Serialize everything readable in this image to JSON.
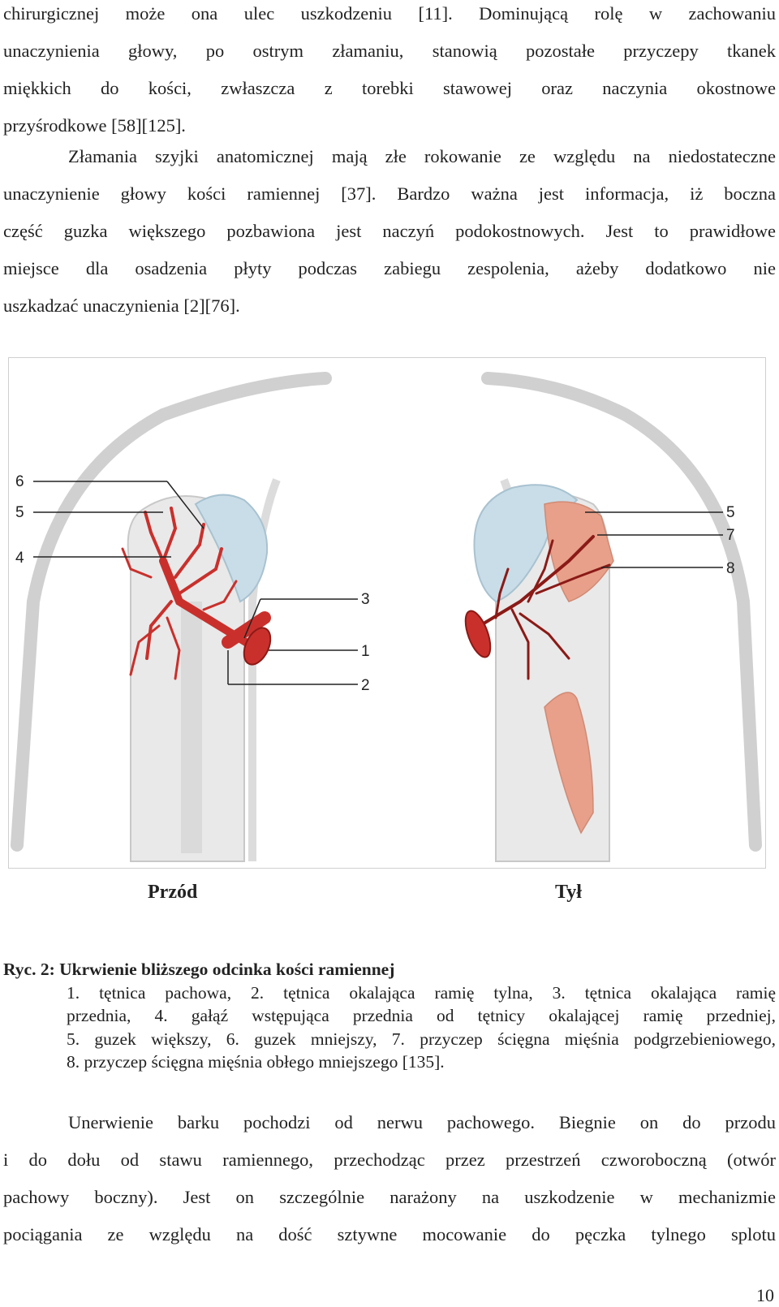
{
  "paragraph_1": {
    "lines": [
      "chirurgicznej może ona ulec uszkodzeniu [11]. Dominującą rolę w zachowaniu",
      "unaczynienia głowy, po ostrym złamaniu, stanowią pozostałe przyczepy tkanek",
      "miękkich do kości, zwłaszcza z torebki stawowej oraz naczynia okostnowe",
      "przyśrodkowe [58][125]."
    ]
  },
  "paragraph_2": {
    "lines": [
      "Złamania szyjki anatomicznej mają złe rokowanie ze względu na niedostateczne",
      "unaczynienie głowy kości ramiennej [37]. Bardzo ważna jest informacja, iż boczna",
      "część guzka większego pozbawiona jest naczyń podokostnowych. Jest to prawidłowe",
      "miejsce dla osadzenia płyty podczas zabiegu zespolenia, ażeby dodatkowo nie",
      "uszkadzać unaczynienia [2][76]."
    ]
  },
  "figure": {
    "callouts_left": [
      "6",
      "5",
      "4"
    ],
    "callouts_center": [
      "3",
      "1",
      "2"
    ],
    "callouts_right": [
      "5",
      "7",
      "8"
    ],
    "label_front": "Przód",
    "label_back": "Tył",
    "colors": {
      "artery": "#c9302c",
      "artery_dark": "#8b1a16",
      "bone": "#e9e9e9",
      "humeral_head": "#c9dde8",
      "muscle": "#e8a08a",
      "body_outline": "#d0d0d0"
    }
  },
  "caption": {
    "title": "Ryc. 2: Ukrwienie bliższego odcinka kości ramiennej",
    "lines": [
      "1. tętnica pachowa,  2. tętnica okalająca ramię tylna,  3. tętnica okalająca ramię",
      "przednia, 4. gałąź wstępująca przednia od tętnicy okalającej ramię przedniej,",
      "5. guzek większy, 6. guzek mniejszy, 7. przyczep ścięgna mięśnia podgrzebieniowego,",
      "8. przyczep ścięgna mięśnia obłego mniejszego [135]."
    ]
  },
  "paragraph_3": {
    "lines": [
      "Unerwienie barku pochodzi od nerwu pachowego. Biegnie on do przodu",
      "i do dołu od stawu ramiennego, przechodząc przez przestrzeń czworoboczną (otwór",
      "pachowy boczny). Jest on szczególnie narażony na uszkodzenie w mechanizmie",
      "pociągania ze względu na dość sztywne mocowanie do pęczka tylnego splotu"
    ]
  },
  "page_number": "10"
}
